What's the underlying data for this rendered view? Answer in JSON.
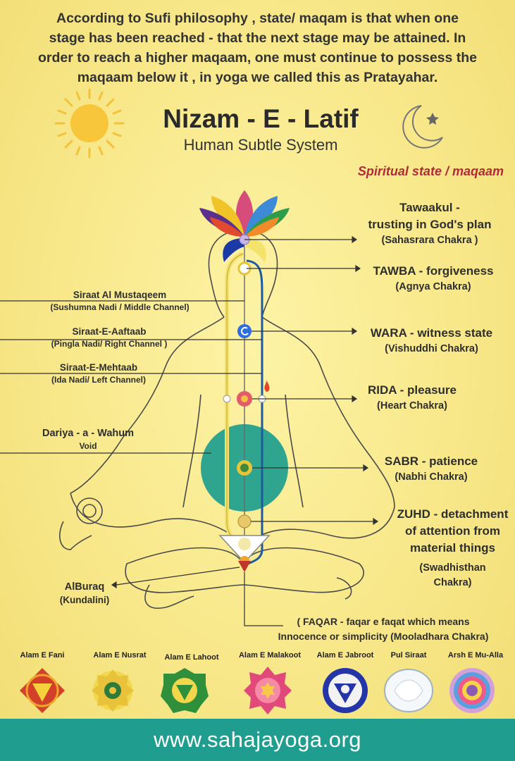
{
  "intro": {
    "lines": [
      "According to Sufi philosophy  , state/ maqam is that when  one",
      "stage has been reached - that the next stage may be attained. In",
      "order to reach a higher maqaam, one must continue to possess the",
      "maqaam below it , in yoga we called this as Pratayahar."
    ]
  },
  "header": {
    "title": "Nizam - E - Latif",
    "subtitle": "Human Subtle System",
    "spiritual_heading": "Spiritual state / maqaam"
  },
  "states": [
    {
      "name": "Tawaakul -",
      "detail": "trusting in God's plan",
      "chakra": "(Sahasrara Chakra )"
    },
    {
      "name": "TAWBA - forgiveness",
      "chakra": "(Agnya Chakra)"
    },
    {
      "name": "WARA - witness state",
      "chakra": "(Vishuddhi Chakra)"
    },
    {
      "name": "RIDA - pleasure",
      "chakra": "(Heart Chakra)"
    },
    {
      "name": "SABR - patience",
      "chakra": "(Nabhi Chakra)"
    },
    {
      "name": "ZUHD -  detachment",
      "detail_lines": [
        "of attention from",
        "material things"
      ],
      "chakra_lines": [
        "(Swadhisthan",
        "Chakra)"
      ]
    },
    {
      "name": "( FAQAR - faqar e faqat which means",
      "chakra": "Innocence or simplicity (Mooladhara Chakra)"
    }
  ],
  "channels": [
    {
      "name": "Siraat Al Mustaqeem",
      "detail": "(Sushumna Nadi / Middle Channel)"
    },
    {
      "name": "Siraat-E-Aaftaab",
      "detail": "(Pingla Nadi/ Right Channel )"
    },
    {
      "name": "Siraat-E-Mehtaab",
      "detail": "(Ida Nadi/ Left Channel)"
    }
  ],
  "void": {
    "name": "Dariya - a - Wahum",
    "detail": "Void"
  },
  "kundalini": {
    "name": "AlBuraq",
    "detail": "(Kundalini)"
  },
  "alams": [
    {
      "name": "Alam E Fani",
      "icon": "mooladhara-icon",
      "color": "#d2402a"
    },
    {
      "name": "Alam E Nusrat",
      "icon": "swadhisthan-icon",
      "color": "#e8c23a"
    },
    {
      "name": "Alam E Lahoot",
      "icon": "nabhi-icon",
      "color": "#2f8f3a"
    },
    {
      "name": "Alam E Malakoot",
      "icon": "heart-chakra-icon",
      "color": "#e0497a"
    },
    {
      "name": "Alam E Jabroot",
      "icon": "vishuddhi-icon",
      "color": "#2435a8"
    },
    {
      "name": "Pul Siraat",
      "icon": "agnya-icon",
      "color": "#eef1f4"
    },
    {
      "name": "Arsh E Mu-Alla",
      "icon": "sahasrara-icon",
      "color": "#8a5bb0"
    }
  ],
  "footer": {
    "url": "www.sahajayoga.org"
  },
  "colors": {
    "background": "#f8e88a",
    "footer": "#1f9d8e",
    "void": "#2fa58f",
    "heading_accent": "#b22a3a"
  }
}
